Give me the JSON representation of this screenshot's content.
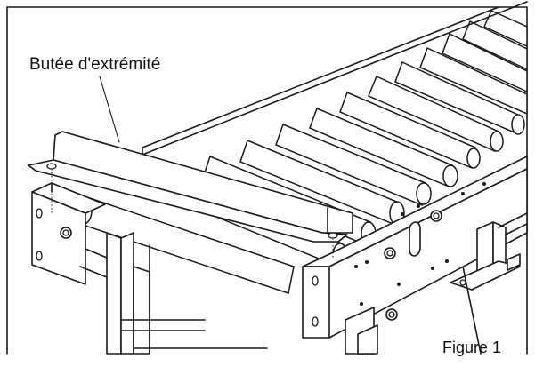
{
  "callout": {
    "label": "Butée d'extrémité"
  },
  "caption": {
    "label": "Figure 1"
  },
  "icons": {
    "line_art": "roller-conveyor-end-stop-drawing"
  },
  "colors": {
    "ink": "#1a1a1a",
    "paper": "#ffffff"
  }
}
